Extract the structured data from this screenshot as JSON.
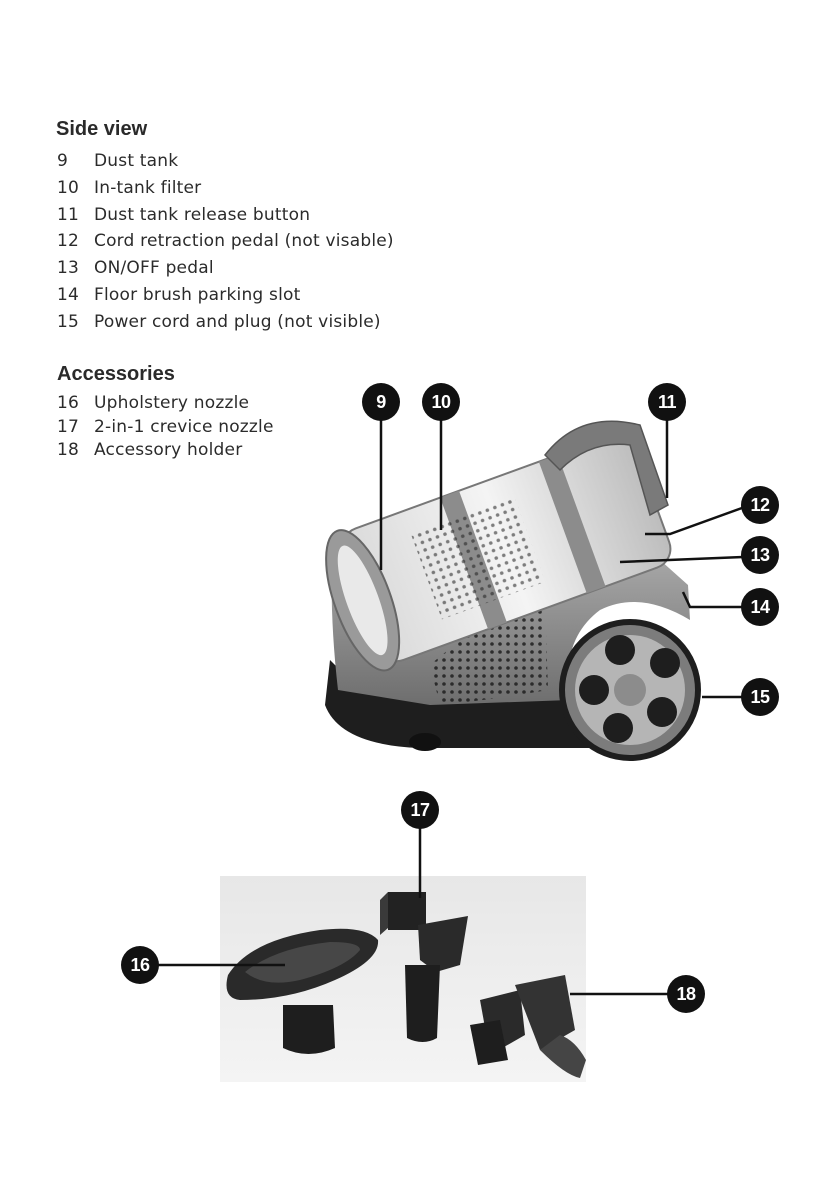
{
  "side_view": {
    "heading": "Side view",
    "items": [
      {
        "num": "9",
        "label": "Dust tank"
      },
      {
        "num": "10",
        "label": "In-tank filter"
      },
      {
        "num": "11",
        "label": "Dust tank release button"
      },
      {
        "num": "12",
        "label": "Cord retraction pedal (not visable)"
      },
      {
        "num": "13",
        "label": "ON/OFF pedal"
      },
      {
        "num": "14",
        "label": "Floor brush parking slot"
      },
      {
        "num": "15",
        "label": "Power cord and plug (not visible)"
      }
    ]
  },
  "accessories": {
    "heading": "Accessories",
    "items": [
      {
        "num": "16",
        "label": "Upholstery nozzle"
      },
      {
        "num": "17",
        "label": "2-in-1 crevice nozzle"
      },
      {
        "num": "18",
        "label": "Accessory holder"
      }
    ]
  },
  "callouts": {
    "c9": "9",
    "c10": "10",
    "c11": "11",
    "c12": "12",
    "c13": "13",
    "c14": "14",
    "c15": "15",
    "c16": "16",
    "c17": "17",
    "c18": "18"
  },
  "colors": {
    "body_grey": "#8a8a8a",
    "dark": "#1e1e1e",
    "callout": "#111111"
  }
}
